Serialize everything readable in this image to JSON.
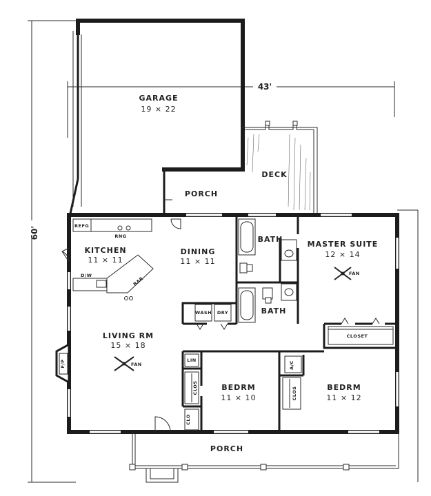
{
  "dimensions": {
    "width": "43'",
    "depth": "60'"
  },
  "rooms": {
    "garage": {
      "name": "GARAGE",
      "size": "19 × 22"
    },
    "deck": {
      "name": "DECK"
    },
    "rear_porch": {
      "name": "PORCH"
    },
    "kitchen": {
      "name": "KITCHEN",
      "size": "11 × 11"
    },
    "dining": {
      "name": "DINING",
      "size": "11 × 11"
    },
    "bath1": {
      "name": "BATH"
    },
    "bath2": {
      "name": "BATH"
    },
    "master": {
      "name": "MASTER SUITE",
      "size": "12 × 14"
    },
    "living": {
      "name": "LIVING RM",
      "size": "15 × 18"
    },
    "bedrm1": {
      "name": "BEDRM",
      "size": "11 × 10"
    },
    "bedrm2": {
      "name": "BEDRM",
      "size": "11 × 12"
    },
    "front_porch": {
      "name": "PORCH"
    }
  },
  "fixtures": {
    "refg": "REFG",
    "rng": "RNG",
    "dw": "D/W",
    "bar": "BAR",
    "wash": "WASH",
    "dry": "DRY",
    "closet": "CLOSET",
    "lin": "LIN",
    "clos1": "CLOS",
    "clos2": "CLOS",
    "clo": "CLO",
    "ac": "A/C",
    "fp": "F/P",
    "fan1": "FAN",
    "fan2": "FAN"
  }
}
